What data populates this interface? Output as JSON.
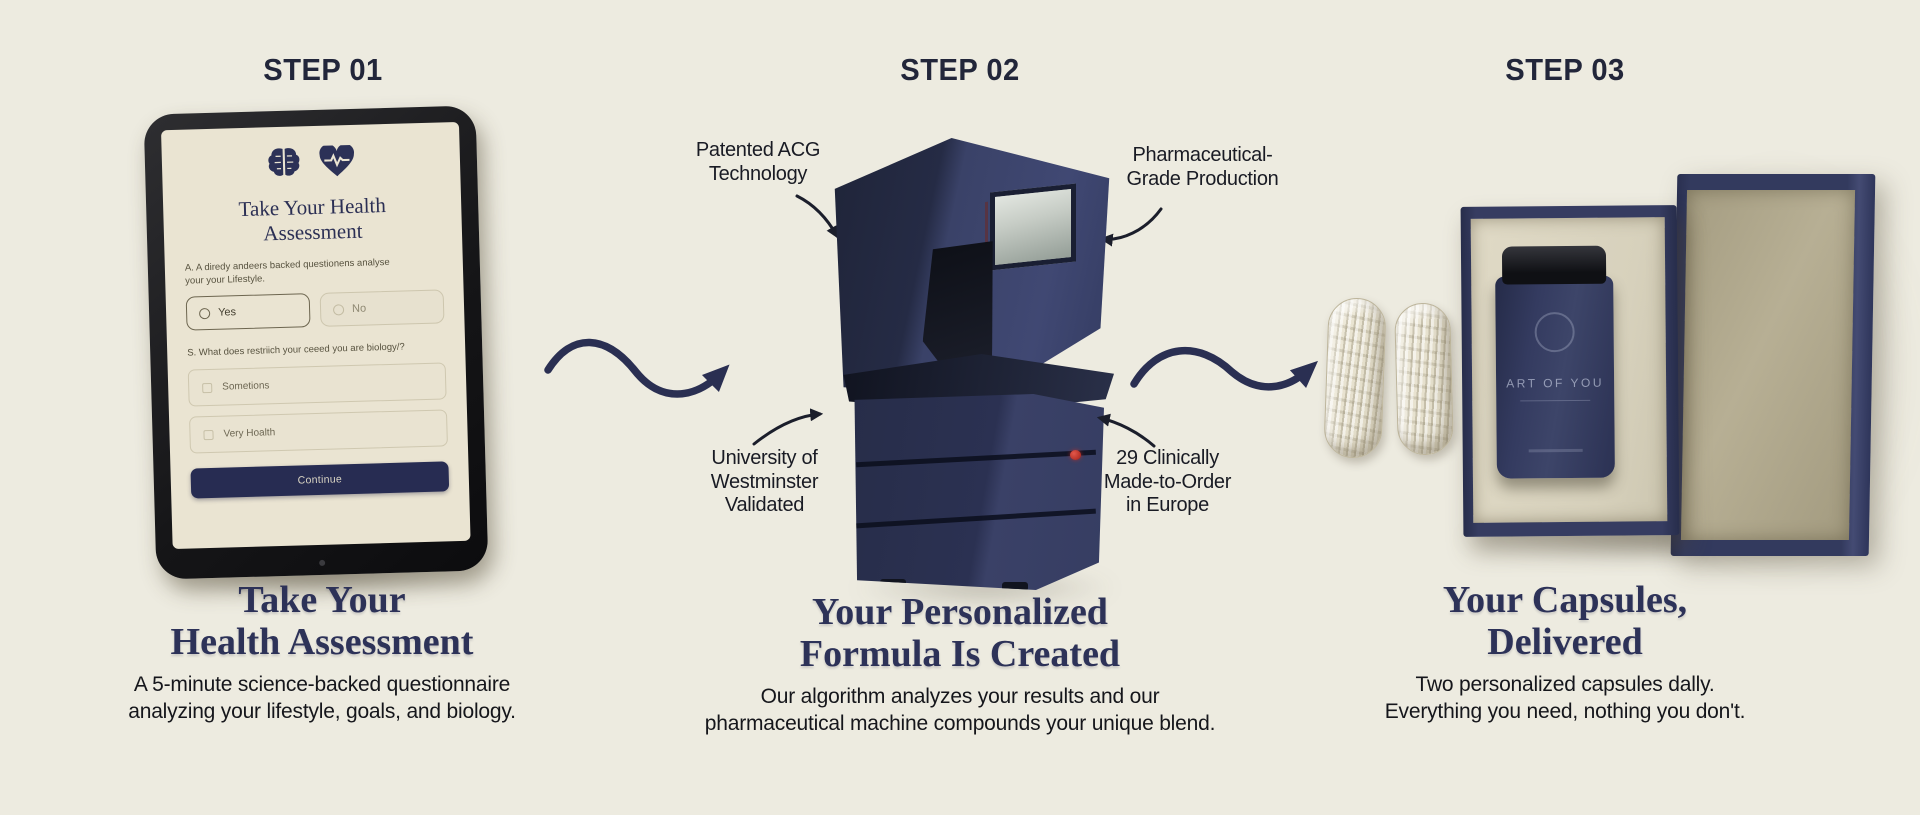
{
  "colors": {
    "background": "#edebe0",
    "navy_accent": "#2d3258",
    "machine_navy": "#343b60",
    "tablet_screen_cream": "#eae4d2",
    "red_button": "#c2372c",
    "box_interior": "#dcd6c2",
    "lid_interior": "#b1a98e"
  },
  "step1": {
    "label": "STEP 01",
    "title1": "Take Your",
    "title2": "Health Assessment",
    "desc1": "A 5-minute science-backed questionnaire",
    "desc2": "analyzing your lifestyle, goals, and biology."
  },
  "tablet": {
    "title1": "Take Your Health",
    "title2": "Assessment",
    "q1_line1": "A. A diredy andeers backed questionens analyse",
    "q1_line2": "your your Lifestyle.",
    "option_yes": "Yes",
    "option_no": "No",
    "q2": "S. What does restriich your ceeed you are biology/?",
    "option_sometimes": "Sometions",
    "option_very_health": "Very Hoalth",
    "continue_label": "Continue"
  },
  "step2": {
    "label": "STEP 02",
    "anno_top_left_1": "Patented ACG",
    "anno_top_left_2": "Technology",
    "anno_top_right_1": "Pharmaceutical-",
    "anno_top_right_2": "Grade Production",
    "anno_bottom_left_1": "University of",
    "anno_bottom_left_2": "Westminster",
    "anno_bottom_left_3": "Validated",
    "anno_bottom_right_1": "29 Clinically",
    "anno_bottom_right_2": "Made-to-Order",
    "anno_bottom_right_3": "in Europe",
    "title1": "Your Personalized",
    "title2": "Formula Is Created",
    "desc1": "Our algorithm analyzes your results and our",
    "desc2": "pharmaceutical machine compounds your unique blend."
  },
  "step3": {
    "label": "STEP 03",
    "title1": "Your Capsules,",
    "title2": "Delivered",
    "desc1": "Two personalized capsules dally.",
    "desc2": "Everything you need, nothing you don't.",
    "bottle_brand": "ART OF YOU"
  }
}
